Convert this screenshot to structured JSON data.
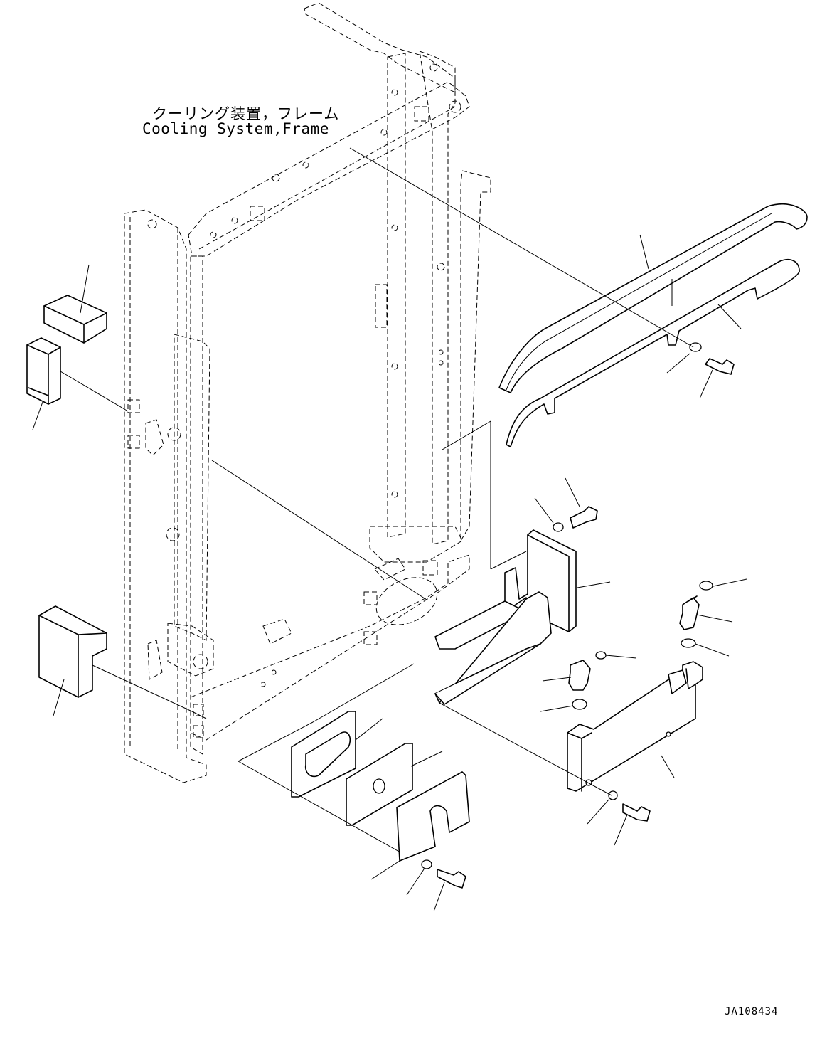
{
  "diagram": {
    "title_jp": "クーリング装置，フレーム",
    "title_en": "Cooling System,Frame",
    "drawing_id": "JA108434"
  },
  "colors": {
    "line": "#000000",
    "background": "#ffffff"
  }
}
